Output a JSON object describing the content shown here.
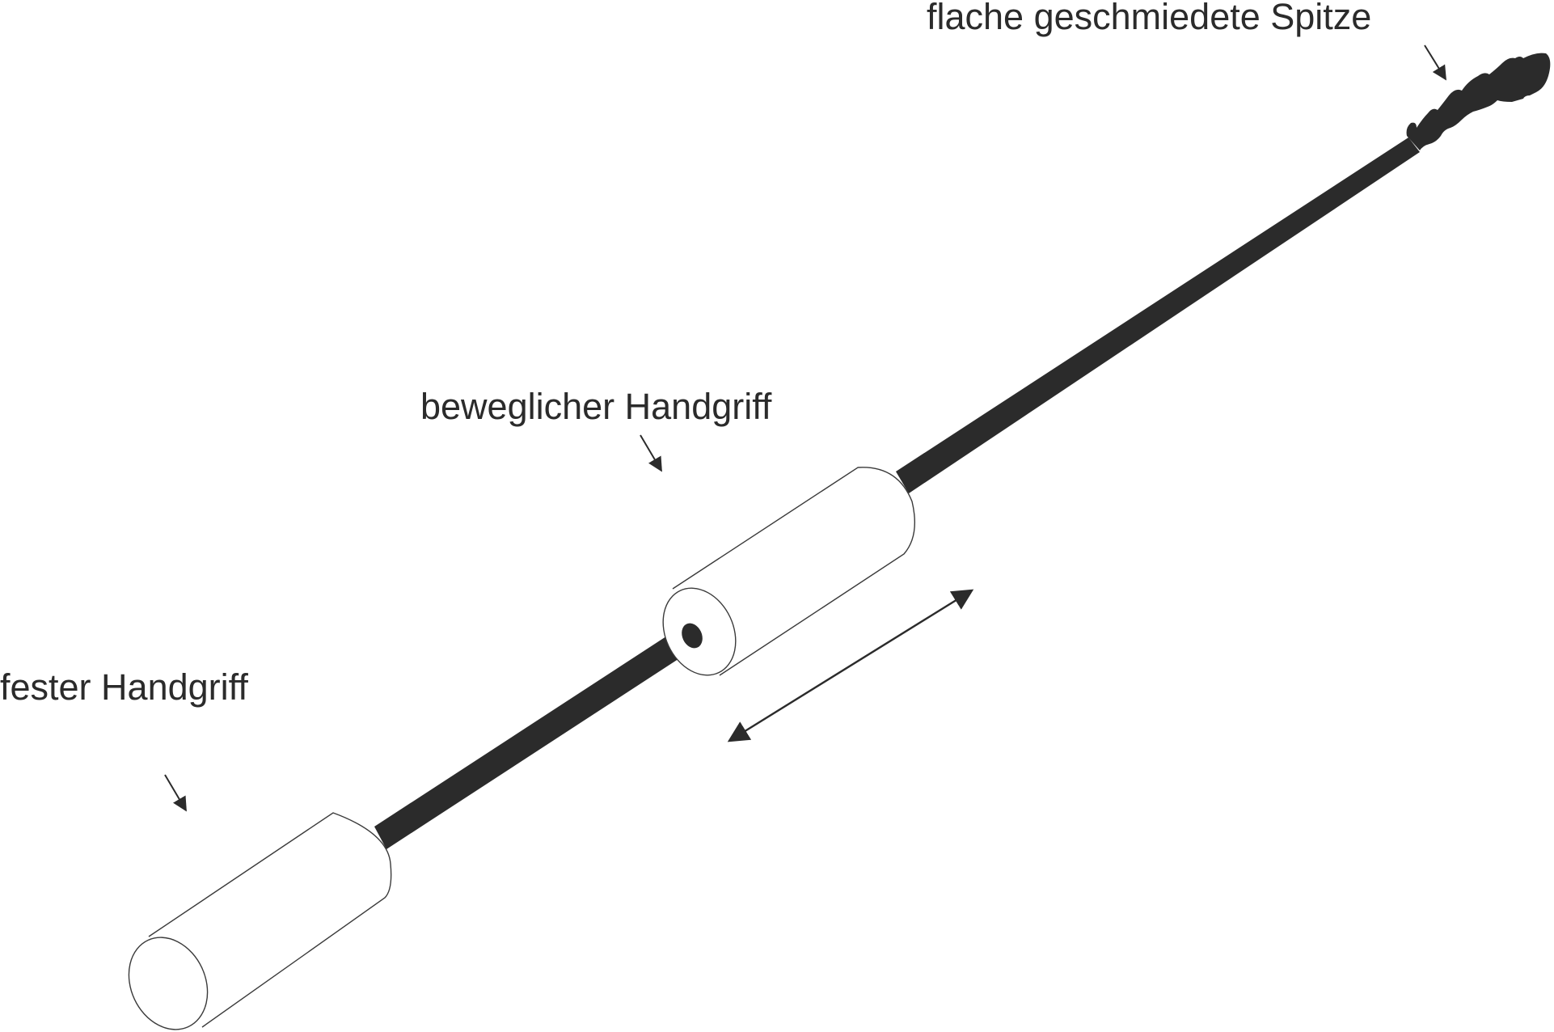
{
  "labels": {
    "tip": "flache geschmiedete Spitze",
    "movable_handle": "beweglicher Handgriff",
    "fixed_handle": "fester Handgriff"
  },
  "colors": {
    "rod": "#2b2b2b",
    "outline": "#3a3a3a",
    "background": "#ffffff",
    "text": "#2b2b2b"
  }
}
